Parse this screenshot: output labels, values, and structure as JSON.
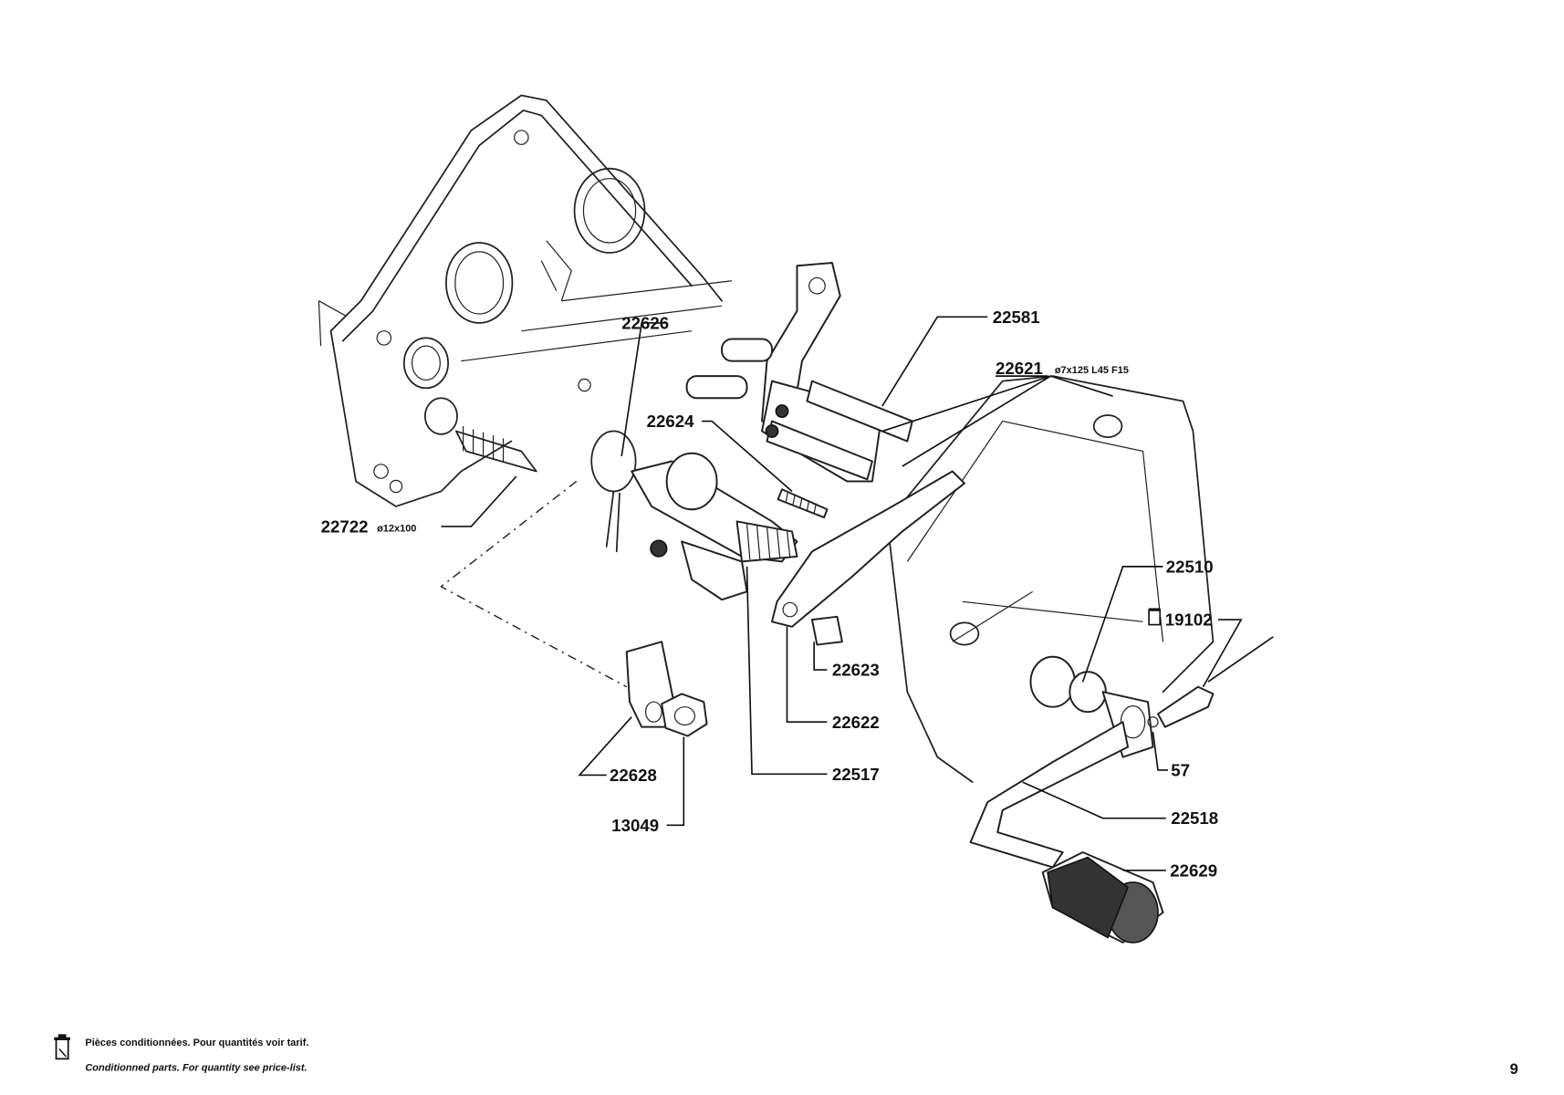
{
  "labels": {
    "p22626": "22626",
    "p22581": "22581",
    "p22621": "22621",
    "p22621_spec": "ø7x125 L45 F15",
    "p22624": "22624",
    "p22722": "22722",
    "p22722_spec": "ø12x100",
    "p22510": "22510",
    "p19102": "19102",
    "p22623": "22623",
    "p22622": "22622",
    "p57": "57",
    "p22628": "22628",
    "p22517": "22517",
    "p22518": "22518",
    "p13049": "13049",
    "p22629": "22629"
  },
  "footnote": {
    "line_fr": "Pièces conditionnées. Pour quantités voir tarif.",
    "line_en": "Conditionned parts. For quantity see price-list."
  },
  "page_number": "9"
}
